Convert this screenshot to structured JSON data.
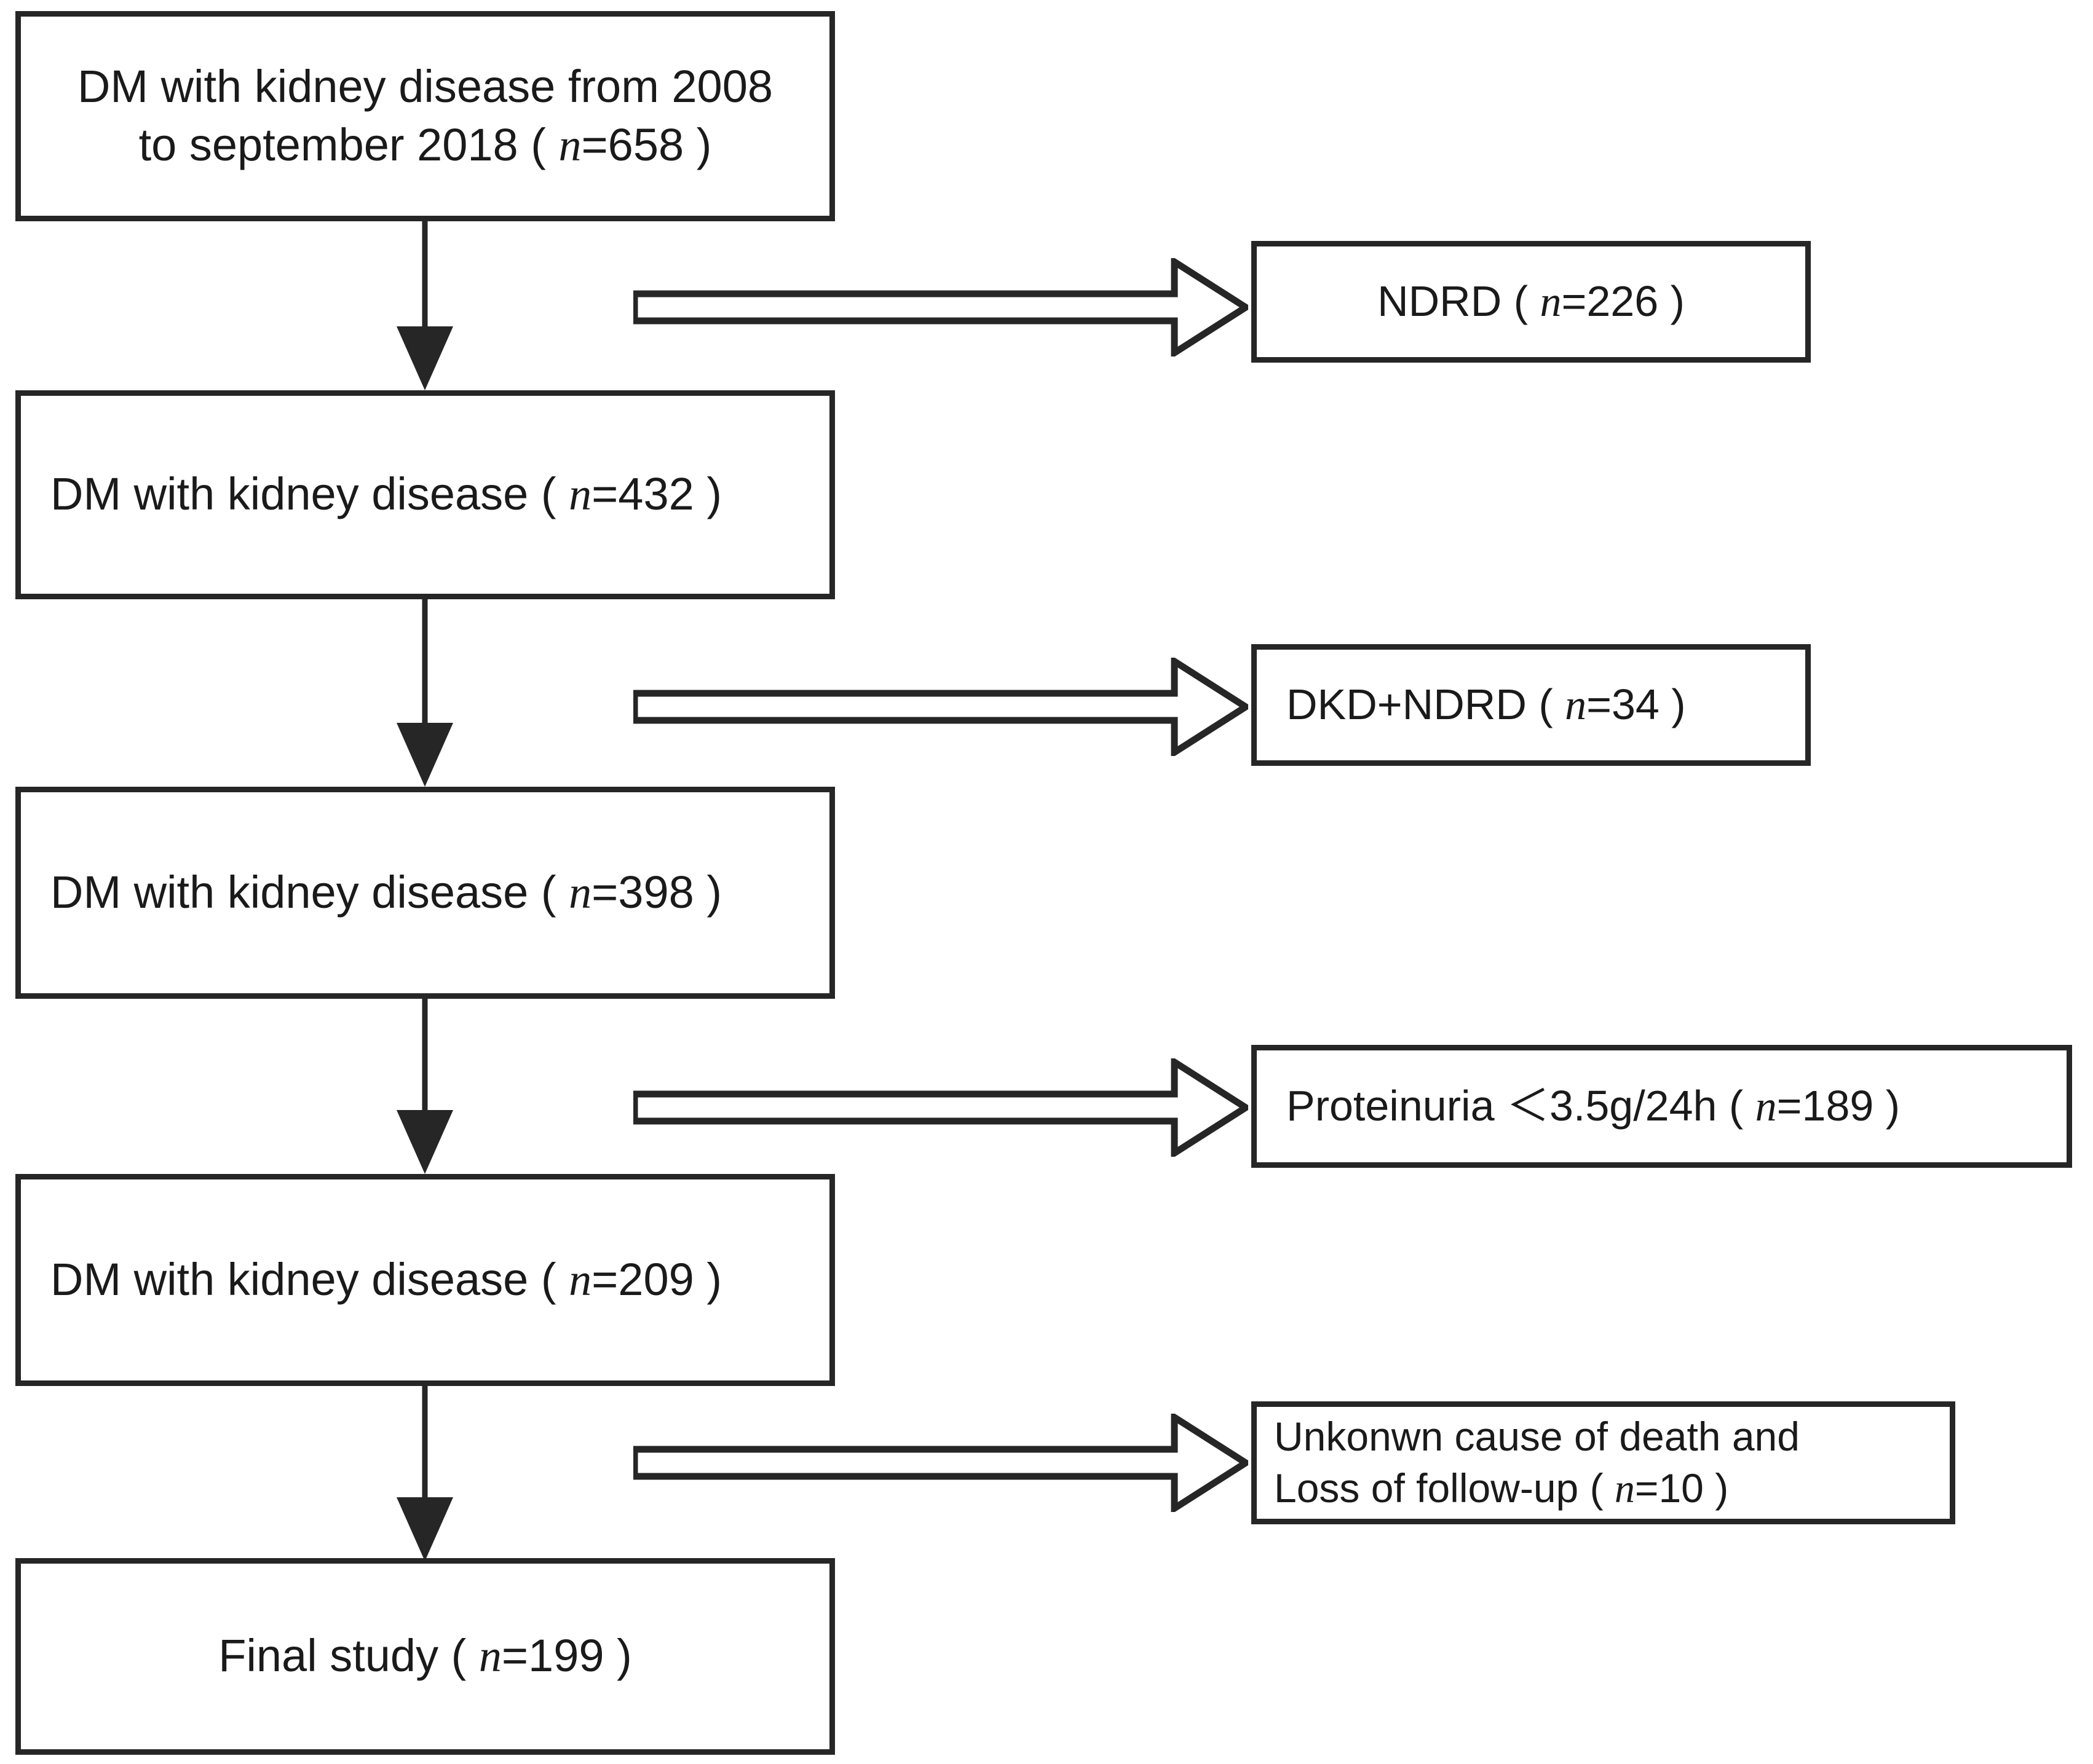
{
  "diagram": {
    "title": "Study participant selection flowchart",
    "stroke_color": "#262626",
    "text_color": "#1a1a1a",
    "background_color": "#ffffff"
  },
  "primary_nodes": [
    {
      "id": "enrolled",
      "line1": "DM with kidney disease from 2008",
      "line2": "to september 2018 (",
      "n_label": "n",
      "n_value": "=658",
      "close": " )",
      "full_text": "DM with kidney disease from 2008 to september 2018 ( n=658 )"
    },
    {
      "id": "after-ndrd",
      "line1": "DM with kidney disease (",
      "n_label": "n",
      "n_value": "=432",
      "close": " )",
      "full_text": "DM with kidney disease ( n=432 )"
    },
    {
      "id": "after-dkd-ndrd",
      "line1": "DM with kidney disease (",
      "n_label": "n",
      "n_value": "=398",
      "close": " )",
      "full_text": "DM with kidney disease ( n=398 )"
    },
    {
      "id": "after-proteinuria",
      "line1": "DM with kidney disease (",
      "n_label": "n",
      "n_value": "=209",
      "close": " )",
      "full_text": "DM with kidney disease ( n=209 )"
    },
    {
      "id": "final-study",
      "line1": "Final study (",
      "n_label": "n",
      "n_value": "=199",
      "close": " )",
      "full_text": "Final study ( n=199 )"
    }
  ],
  "exclusion_nodes": [
    {
      "id": "ndrd",
      "line1": "NDRD (",
      "n_label": "n",
      "n_value": "=226",
      "close": " )",
      "full_text": "NDRD ( n=226 )"
    },
    {
      "id": "dkd-plus-ndrd",
      "line1": "DKD+NDRD (",
      "n_label": "n",
      "n_value": "=34",
      "close": " )",
      "full_text": "DKD+NDRD ( n=34 )"
    },
    {
      "id": "proteinuria",
      "line1": "Proteinuria ＜3.5g/24h (",
      "n_label": "n",
      "n_value": "=189",
      "close": " )",
      "full_text": "Proteinuria ＜3.5g/24h ( n=189 )"
    },
    {
      "id": "unknown-death-loss",
      "line1": "Unkonwn cause of death and",
      "line2": "Loss of follow-up (",
      "n_label": "n",
      "n_value": "=10",
      "close": " )",
      "full_text": "Unkonwn cause of death and Loss of follow-up ( n=10 )"
    }
  ],
  "flow": {
    "vertical_arrow_count": 4,
    "branch_arrow_count": 4,
    "arrow_style": "hollow-block-arrow",
    "vertical_arrow_style": "line-with-solid-triangle-head"
  }
}
